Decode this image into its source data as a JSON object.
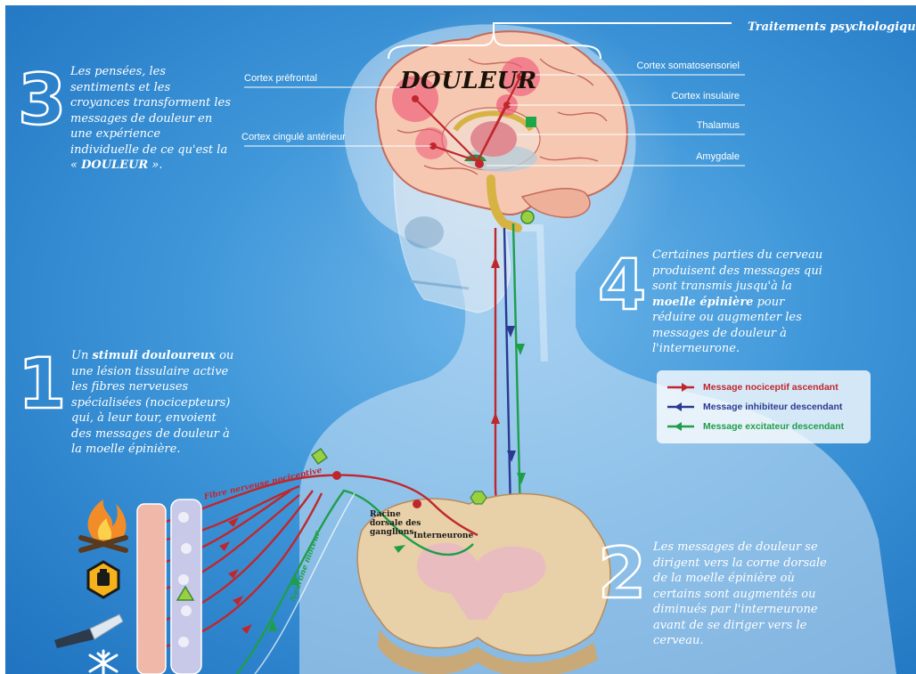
{
  "header": {
    "title": "Traitements psychologiques"
  },
  "brain": {
    "title": "DOULEUR",
    "labels_left": [
      "Cortex préfrontal",
      "Cortex cingulé antérieur"
    ],
    "labels_right": [
      "Cortex somatosensoriel",
      "Cortex insulaire",
      "Thalamus",
      "Amygdale"
    ]
  },
  "steps": [
    {
      "number": "1",
      "text_html": "Un <b>stimuli douloureux</b> ou une lésion tissulaire active les fibres nerveuses spécialisées (nocicepteurs) qui, à leur tour, envoient des messages de douleur à la moelle épinière."
    },
    {
      "number": "2",
      "text_html": "Les messages de douleur se dirigent vers la corne dorsale de la moelle épinière où certains sont augmentés ou diminués par l'interneurone avant de se diriger vers le cerveau."
    },
    {
      "number": "3",
      "text_html": "Les pensées, les sentiments et les croyances transforment les messages de douleur en une expérience individuelle de ce qu'est la « <b>DOULEUR</b> »."
    },
    {
      "number": "4",
      "text_html": "Certaines parties du cerveau produisent des messages qui sont transmis jusqu'à la <b>moelle épinière</b> pour réduire ou augmenter les messages de douleur à l'interneurone."
    }
  ],
  "legend": {
    "items": [
      {
        "label": "Message nociceptif ascendant",
        "color": "#c0272d"
      },
      {
        "label": "Message inhibiteur descendant",
        "color": "#2b3990"
      },
      {
        "label": "Message excitateur descendant",
        "color": "#1f9e4a"
      }
    ]
  },
  "spinal": {
    "fibre_label": "Fibre nerveuse nociceptive",
    "motor_label": "Neurone moteur",
    "ganglion_label": "Racine dorsale des ganglions",
    "interneuron_label": "Interneurone"
  },
  "stimuli_icons": [
    "fire-icon",
    "hazard-icon",
    "knife-icon",
    "snowflake-icon"
  ]
}
